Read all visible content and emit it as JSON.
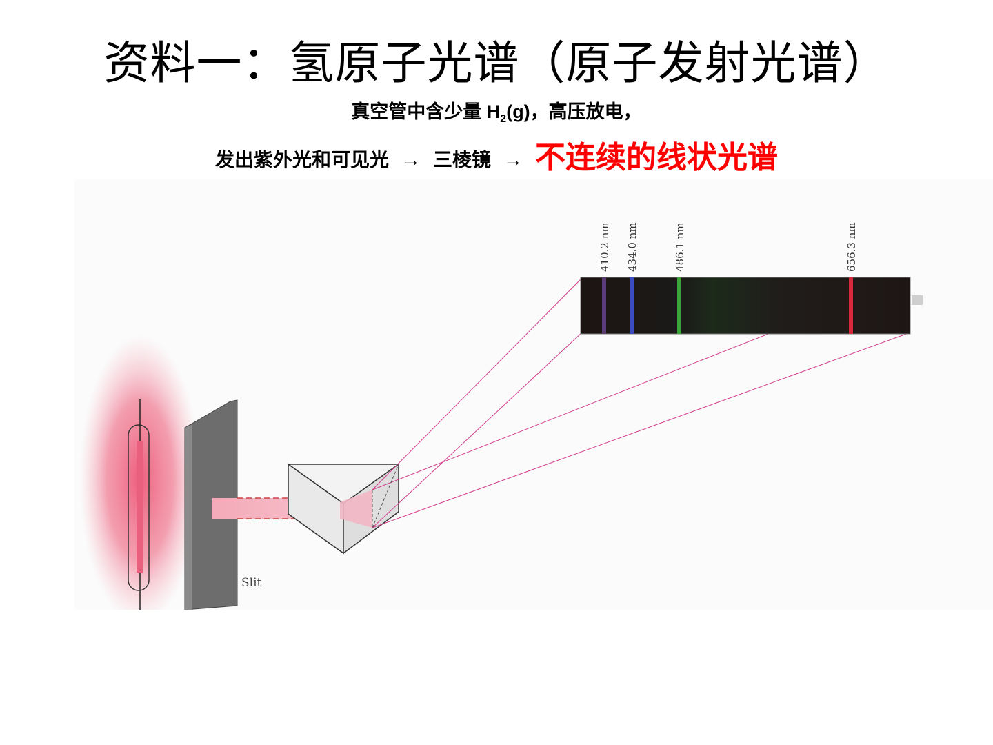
{
  "title": "资料一：氢原子光谱（原子发射光谱）",
  "line1": {
    "pre": "真空管中含少量 H",
    "sub": "2",
    "post": "(g)，高压放电，"
  },
  "line2": {
    "part1": "发出紫外光和可见光",
    "arrow1": "→",
    "part2": "三棱镜",
    "arrow2": "→",
    "highlight": "不连续的线状光谱"
  },
  "colors": {
    "highlight": "#ff0000",
    "spectrum_background": "#1b1816",
    "ray": "#d23c8c"
  },
  "figure": {
    "slit_label": "Slit",
    "lines": [
      {
        "label": "410.2 nm",
        "color": "#5a3b78"
      },
      {
        "label": "434.0 nm",
        "color": "#3a4cc0"
      },
      {
        "label": "486.1 nm",
        "color": "#3aa63a"
      },
      {
        "label": "656.3 nm",
        "color": "#d8283c"
      }
    ]
  }
}
